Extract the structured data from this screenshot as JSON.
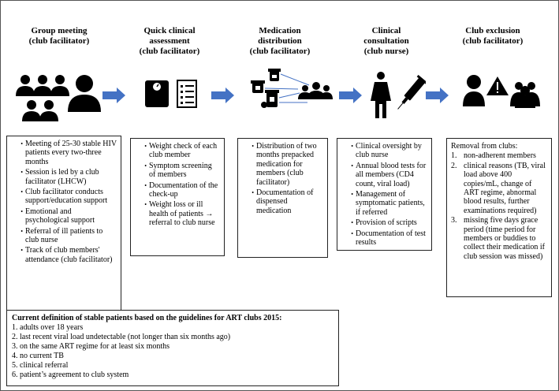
{
  "stages": [
    {
      "title_line1": "Group meeting",
      "title_line2": "(club facilitator)",
      "title_line3": ""
    },
    {
      "title_line1": "Quick clinical",
      "title_line2": "assessment",
      "title_line3": "(club facilitator)"
    },
    {
      "title_line1": "Medication",
      "title_line2": "distribution",
      "title_line3": "(club facilitator)"
    },
    {
      "title_line1": "Clinical",
      "title_line2": "consultation",
      "title_line3": "(club nurse)"
    },
    {
      "title_line1": "Club exclusion",
      "title_line2": "(club facilitator)",
      "title_line3": ""
    }
  ],
  "icons": [
    "group-people-icon",
    "scale-checklist-icon",
    "pills-distribution-icon",
    "nurse-syringe-icon",
    "exclusion-warning-icon"
  ],
  "arrow_color": "#4472c4",
  "box1": [
    "Meeting of 25-30 stable HIV patients every two-three months",
    "Session is led by a club facilitator (LHCW)",
    "Club facilitator conducts support/education support",
    "Emotional and psychological support",
    "Referral of ill patients to club nurse",
    "Track of club members' attendance (club facilitator)"
  ],
  "box2": [
    "Weight check of each club member",
    "Symptom screening of members",
    "Documentation of the check-up",
    "Weight loss or ill health of patients → referral to club nurse"
  ],
  "box3": [
    "Distribution of two months prepacked medication for members (club facilitator)",
    "Documentation of dispensed medication"
  ],
  "box4": [
    "Clinical oversight by club nurse",
    "Annual blood tests for all members (CD4 count, viral load)",
    "Management of symptomatic patients, if referred",
    "Provision of scripts",
    "Documentation of test results"
  ],
  "box5": {
    "heading": "Removal from clubs:",
    "items": [
      {
        "n": "1.",
        "text": "non-adherent members"
      },
      {
        "n": "2.",
        "text": "clinical reasons (TB, viral load above 400 copies/mL, change of ART regime, abnormal blood results, further examinations required)"
      },
      {
        "n": "3.",
        "text": "missing five days grace period (time period for members or buddies to collect their medication if club session was missed)"
      }
    ]
  },
  "definition": {
    "title": "Current definition of stable patients based on the guidelines for ART clubs 2015:",
    "lines": [
      "1. adults over 18 years",
      "2. last recent viral load undetectable (not longer than six months ago)",
      "3. on the same ART regime for at least six months",
      "4. no current TB",
      "5. clinical referral",
      "6. patient’s agreement to club system"
    ]
  }
}
